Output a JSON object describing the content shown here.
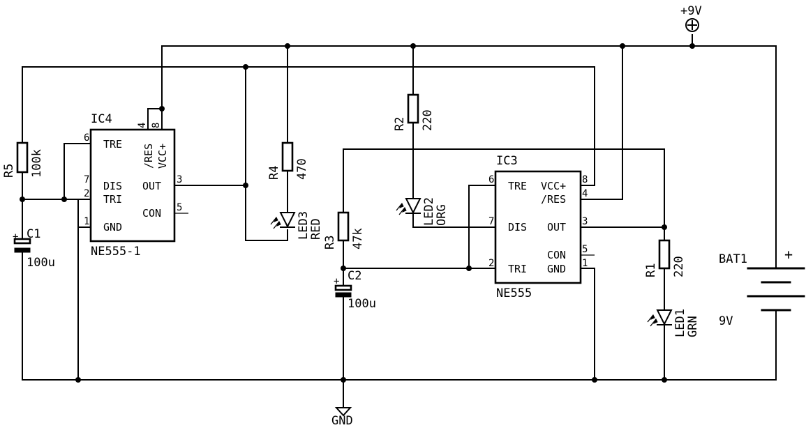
{
  "supply": {
    "label": "+9V"
  },
  "ground": {
    "label": "GND"
  },
  "battery": {
    "ref": "BAT1",
    "value": "9V",
    "plus": "+"
  },
  "ic4": {
    "ref": "IC4",
    "part": "NE555-1",
    "pins": {
      "tre": "TRE",
      "dis": "DIS",
      "tri": "TRI",
      "gnd": "GND",
      "res": "/RES",
      "vcc": "VCC+",
      "out": "OUT",
      "con": "CON"
    },
    "pin_numbers": {
      "p6": "6",
      "p7": "7",
      "p2": "2",
      "p1": "1",
      "p4": "4",
      "p8": "8",
      "p3": "3",
      "p5": "5"
    }
  },
  "ic3": {
    "ref": "IC3",
    "part": "NE555",
    "pins": {
      "tre": "TRE",
      "dis": "DIS",
      "tri": "TRI",
      "vcc": "VCC+",
      "res": "/RES",
      "out": "OUT",
      "con": "CON",
      "gnd": "GND"
    },
    "pin_numbers": {
      "p6": "6",
      "p7": "7",
      "p2": "2",
      "p8": "8",
      "p4": "4",
      "p3": "3",
      "p5": "5",
      "p1": "1"
    }
  },
  "resistors": {
    "r1": {
      "ref": "R1",
      "value": "220"
    },
    "r2": {
      "ref": "R2",
      "value": "220"
    },
    "r3": {
      "ref": "R3",
      "value": "47k"
    },
    "r4": {
      "ref": "R4",
      "value": "470"
    },
    "r5": {
      "ref": "R5",
      "value": "100k"
    }
  },
  "capacitors": {
    "c1": {
      "ref": "C1",
      "value": "100u",
      "plus": "+"
    },
    "c2": {
      "ref": "C2",
      "value": "100u",
      "plus": "+"
    }
  },
  "leds": {
    "led1": {
      "ref": "LED1",
      "color": "GRN"
    },
    "led2": {
      "ref": "LED2",
      "color": "ORG"
    },
    "led3": {
      "ref": "LED3",
      "color": "RED"
    }
  }
}
